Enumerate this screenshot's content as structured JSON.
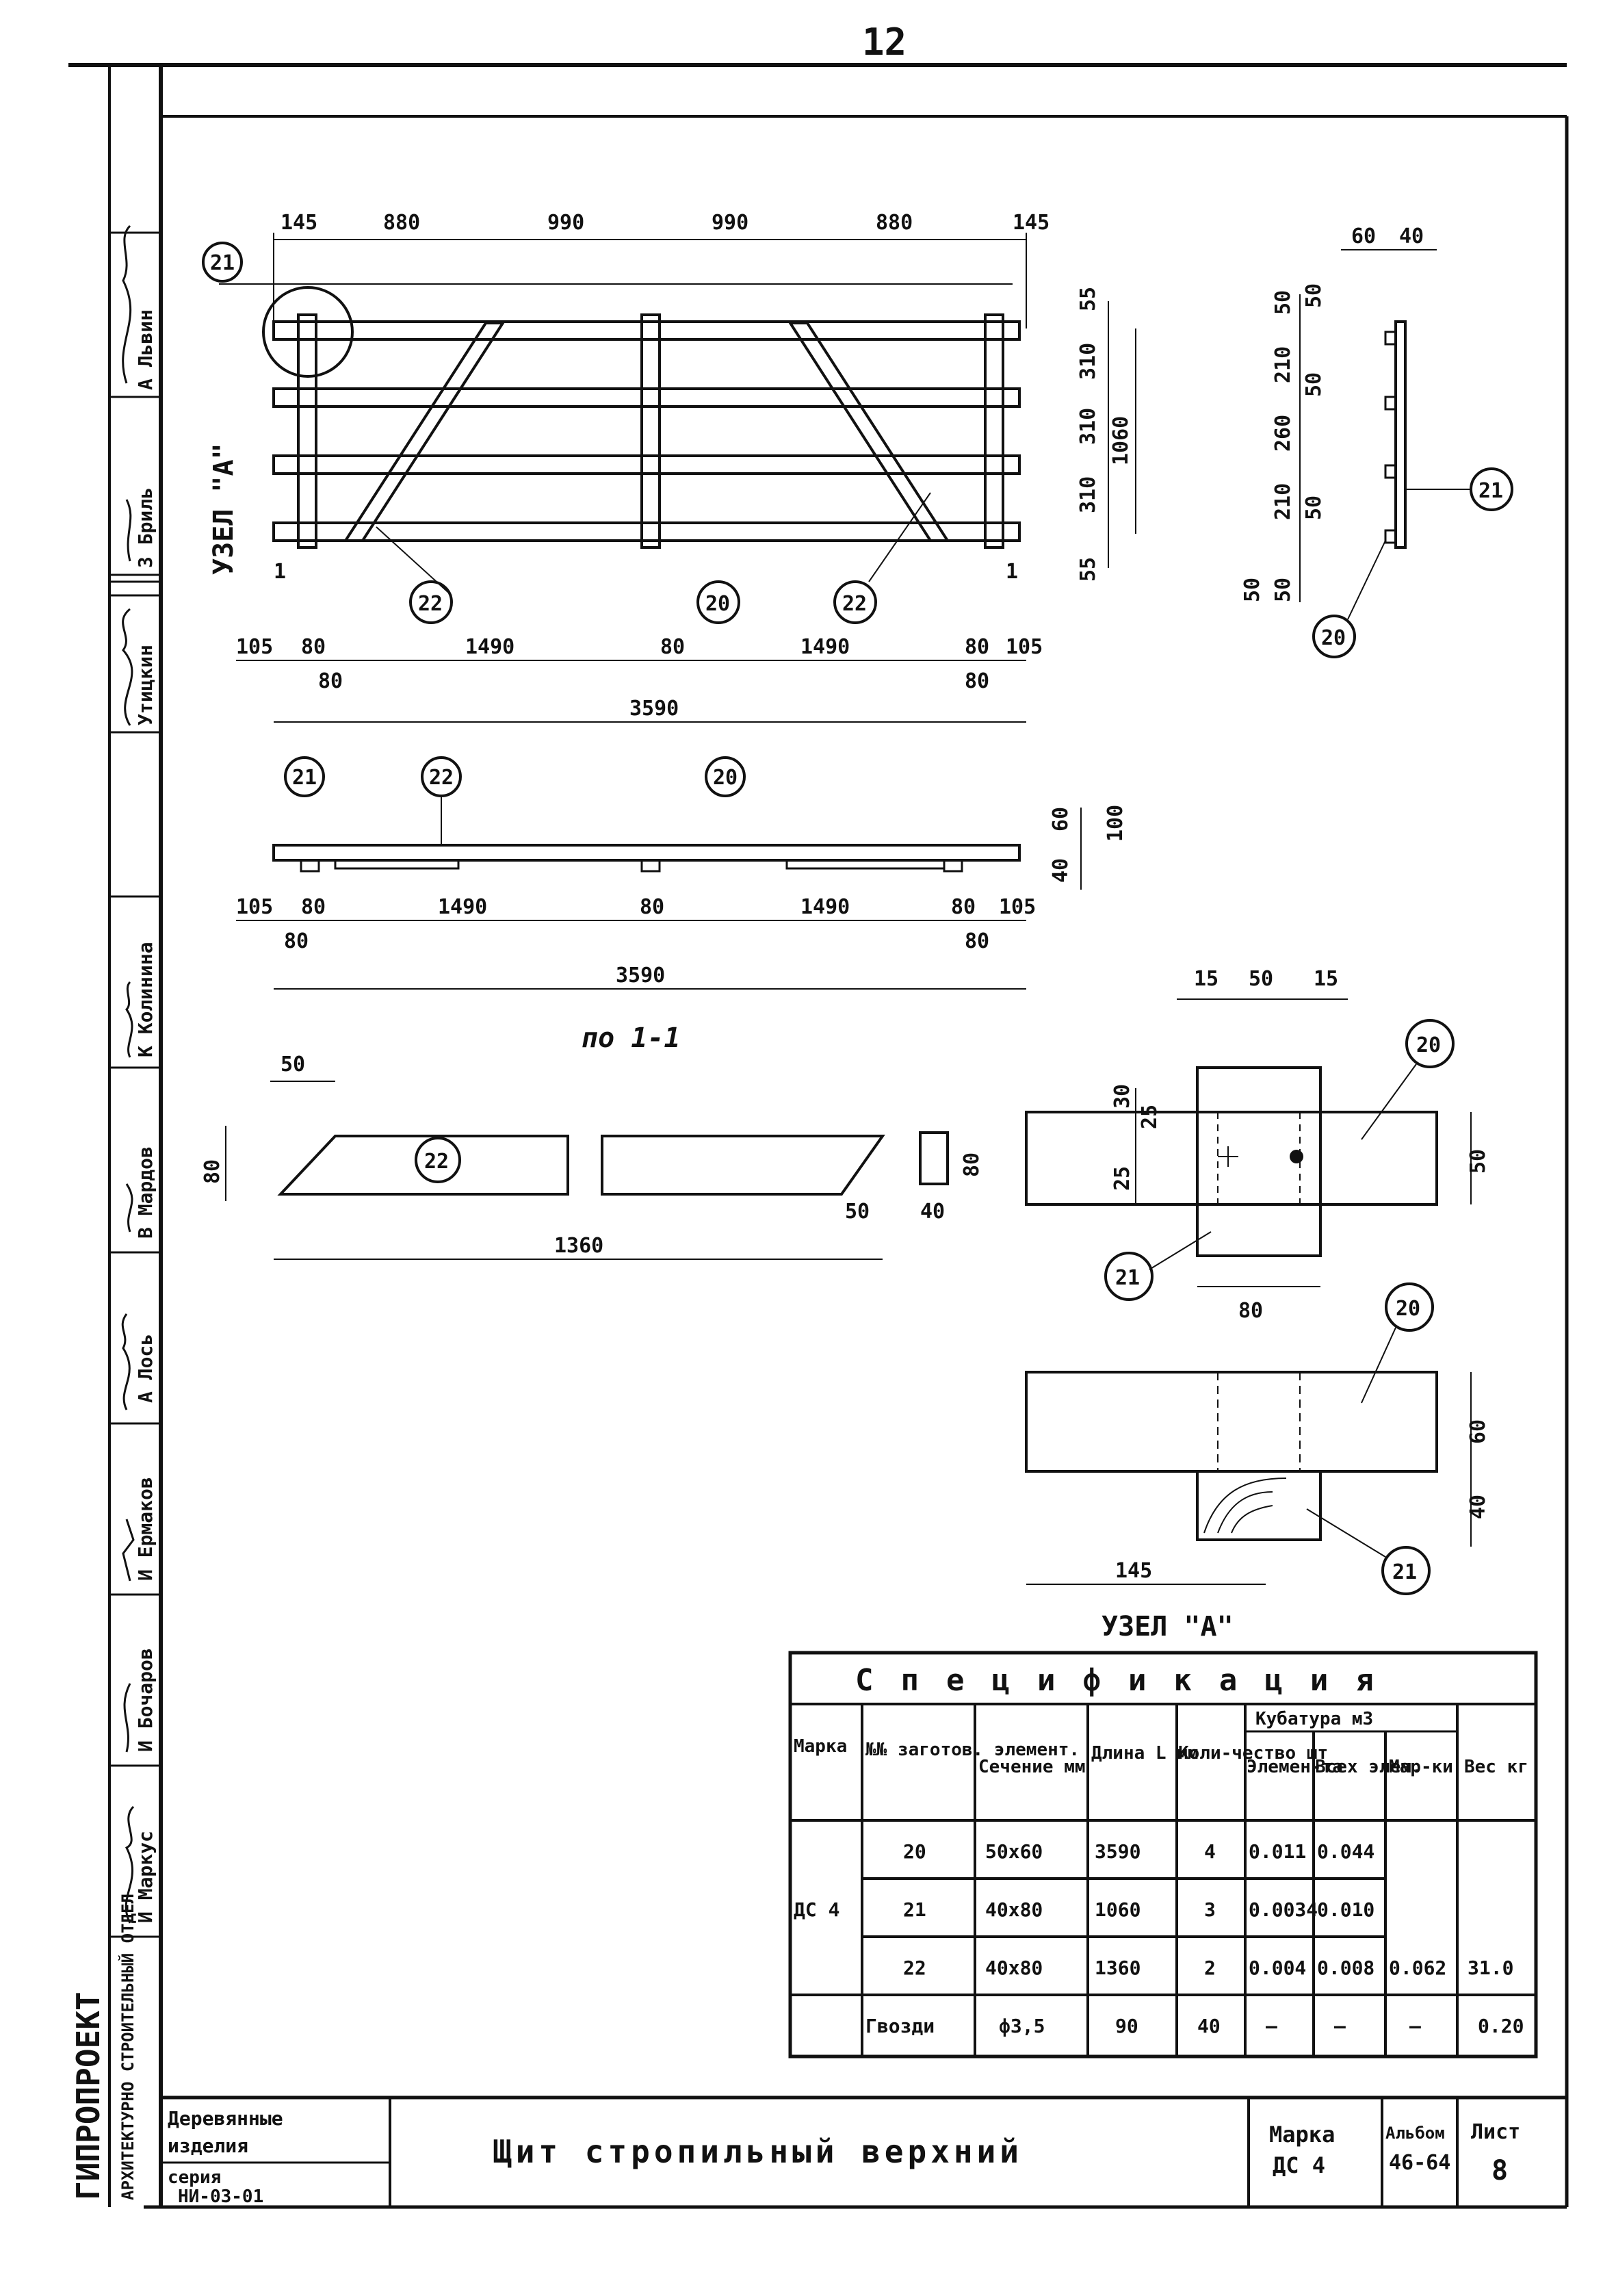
{
  "sheet": {
    "page_no": "12",
    "org_name": "ГИПРОПРОЕКТ",
    "org_sub": "АРХИТЕКТУРНО СТРОИТЕЛЬНЫЙ ОТДЕЛ",
    "stamp_rows": [
      {
        "name": "И Маркус"
      },
      {
        "name": "И Бочаров"
      },
      {
        "name": "И Ермаков"
      },
      {
        "name": "А Лось"
      },
      {
        "name": "В Мардов"
      },
      {
        "name": "К Колинина"
      },
      {
        "name": ""
      },
      {
        "name": "Утицкин"
      },
      {
        "name": "З Бриль"
      },
      {
        "name": "А Львин"
      }
    ]
  },
  "title_block": {
    "category_line1": "Деревянные",
    "category_line2": "изделия",
    "series_label": "серия",
    "series_value": "НИ-03-01",
    "item_title": "Щит стропильный верхний",
    "marka_label": "Марка",
    "marka_value": "ДС 4",
    "album_label": "Альбом",
    "album_value": "46-64",
    "sheet_label": "Лист",
    "sheet_value": "8"
  },
  "plan_view": {
    "top_dims": [
      "145",
      "880",
      "990",
      "990",
      "880",
      "145"
    ],
    "right_dims": [
      "55",
      "310",
      "310",
      "310",
      "55"
    ],
    "right_total": "1060",
    "bottom_dims": [
      "105",
      "80",
      "1490",
      "80",
      "1490",
      "80",
      "105"
    ],
    "bottom_sub": [
      "80",
      "80"
    ],
    "total": "3590",
    "node_label": "УЗЕЛ \"А\"",
    "section_mark": "1",
    "marks": {
      "m21": "21",
      "m22a": "22",
      "m20": "20",
      "m22b": "22"
    }
  },
  "elevation_view": {
    "marks": [
      "21",
      "22",
      "20"
    ],
    "right_dims": [
      "60",
      "100",
      "40"
    ],
    "bottom_dims": [
      "105",
      "80",
      "1490",
      "80",
      "1490",
      "80",
      "105"
    ],
    "bottom_sub": [
      "80",
      "80"
    ],
    "total": "3590",
    "caption": "по 1-1"
  },
  "side_view": {
    "top_dims": [
      "60",
      "40"
    ],
    "dims_left": [
      "50",
      "210",
      "260",
      "210",
      "50",
      "50",
      "50",
      "50",
      "50"
    ],
    "marks": [
      "21",
      "20"
    ]
  },
  "brace_detail": {
    "dim_top": "50",
    "dim_left": "80",
    "dim_right": "50",
    "length": "1360",
    "mark": "22",
    "section_h": "80",
    "section_w": "40"
  },
  "node_detail": {
    "top_dims": [
      "15",
      "50",
      "15"
    ],
    "left_dims": [
      "30",
      "25",
      "25"
    ],
    "right_dim": "50",
    "bottom_dim": "80",
    "marks": {
      "upper": "20",
      "lower": "21"
    },
    "elev_dims": [
      "60",
      "40"
    ],
    "elev_dim_bottom": "145",
    "caption": "УЗЕЛ \"А\""
  },
  "spec_table": {
    "title": "Спецификация",
    "headers": {
      "marka": "Марка",
      "num": "№№ заготов. элемент.",
      "section": "Сечение мм",
      "length": "Длина L мм",
      "qty": "Коли-чество шт",
      "volume": "Кубатура м3",
      "vol_one": "Элемен-та",
      "vol_all": "Всех элем.",
      "vol_mark": "Мар-ки",
      "weight": "Вес кг"
    },
    "marka_value": "ДС 4",
    "rows": [
      {
        "num": "20",
        "section": "50x60",
        "length": "3590",
        "qty": "4",
        "v1": "0.011",
        "v2": "0.044"
      },
      {
        "num": "21",
        "section": "40x80",
        "length": "1060",
        "qty": "3",
        "v1": "0.0034",
        "v2": "0.010"
      },
      {
        "num": "22",
        "section": "40x80",
        "length": "1360",
        "qty": "2",
        "v1": "0.004",
        "v2": "0.008"
      },
      {
        "num": "Гвозди",
        "section": "ф3,5",
        "length": "90",
        "qty": "40",
        "v1": "—",
        "v2": "—"
      }
    ],
    "vol_mark_value": "0.062",
    "weight_value": "31.0",
    "nails_mark": "—",
    "nails_weight": "0.20"
  }
}
